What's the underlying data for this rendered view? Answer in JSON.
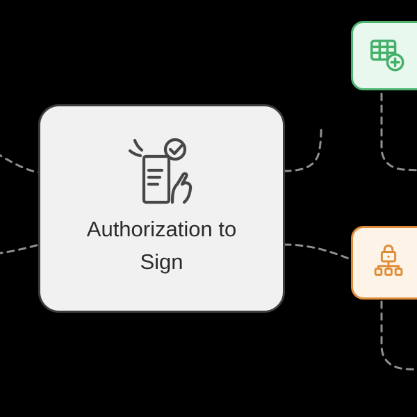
{
  "canvas": {
    "background": "#000000"
  },
  "main_node": {
    "label": "Authorization to Sign",
    "icon": "signing-document-check-icon",
    "background": "#f1f1f1",
    "border_color": "#3d3d3d",
    "text_color": "#2b2b2b"
  },
  "green_node": {
    "label": "",
    "icon": "table-add-icon",
    "background": "#e9f8ee",
    "border_color": "#4db36f"
  },
  "orange_node": {
    "label": "",
    "icon": "lock-hierarchy-icon",
    "background": "#fdf3e7",
    "border_color": "#e08b3a"
  },
  "connectors": {
    "color": "#8f8f8f",
    "style": "dashed",
    "count": 6
  }
}
